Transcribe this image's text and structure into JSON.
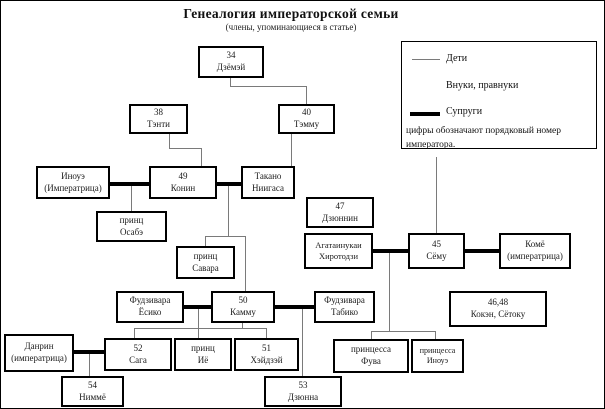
{
  "title": "Генеалогия императорской семьи",
  "subtitle": "(члены, упоминающиеся в статье)",
  "legend": {
    "children_label": "Дети",
    "grandchildren_label": "Внуки, правнуки",
    "spouses_label": "Супруги",
    "note_line1": "цифры обозначают порядковый номер",
    "note_line2": "императора."
  },
  "nodes": {
    "jomei": {
      "line1": "34",
      "line2": "Дзёмэй"
    },
    "tenji": {
      "line1": "38",
      "line2": "Тэнти"
    },
    "temmu": {
      "line1": "40",
      "line2": "Тэмму"
    },
    "inoue_empress": {
      "line1": "Иноуэ",
      "line2": "(Императрица)"
    },
    "konin": {
      "line1": "49",
      "line2": "Конин"
    },
    "takano": {
      "line1": "Такано",
      "line2": "Ниигаса"
    },
    "osabe": {
      "line1": "принц",
      "line2": "Осабэ"
    },
    "junnin": {
      "line1": "47",
      "line2": "Дзюннин"
    },
    "sawara": {
      "line1": "принц",
      "line2": "Савара"
    },
    "agata": {
      "line1": "Агатаинукаи",
      "line2": "Хиротодзи"
    },
    "shomu": {
      "line1": "45",
      "line2": "Сёму"
    },
    "komyo": {
      "line1": "Комё",
      "line2": "(императрица)"
    },
    "koken": {
      "line1": "46,48",
      "line2": "Кокэн, Сётоку"
    },
    "yoshiko": {
      "line1": "Фудзивара",
      "line2": "Ёсико"
    },
    "kammu": {
      "line1": "50",
      "line2": "Камму"
    },
    "tabiko": {
      "line1": "Фудзивара",
      "line2": "Табико"
    },
    "danrin": {
      "line1": "Данрин",
      "line2": "(императрица)"
    },
    "saga": {
      "line1": "52",
      "line2": "Сага"
    },
    "iyo": {
      "line1": "принц",
      "line2": "Иё"
    },
    "heizei": {
      "line1": "51",
      "line2": "Хэйдзэй"
    },
    "fuwa": {
      "line1": "принцесса",
      "line2": "Фува"
    },
    "pr_inoue": {
      "line1": "принцесса",
      "line2": "Иноуэ"
    },
    "ninmyo": {
      "line1": "54",
      "line2": "Ниммё"
    },
    "junna": {
      "line1": "53",
      "line2": "Дзюнна"
    }
  }
}
